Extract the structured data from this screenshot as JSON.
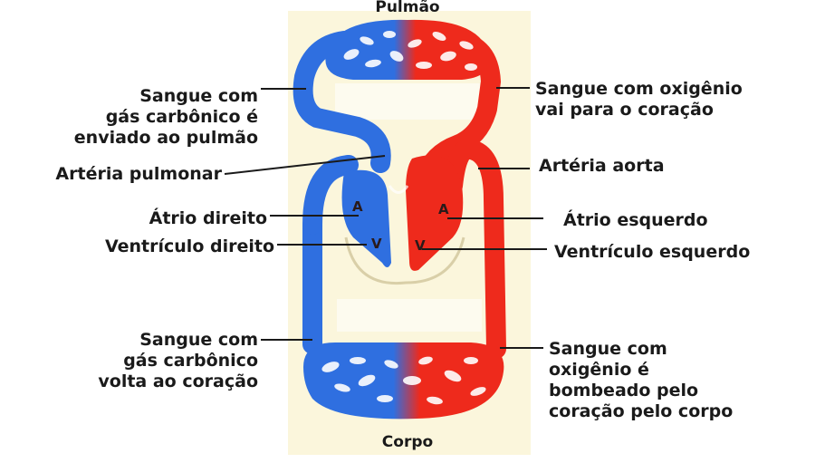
{
  "labels": {
    "top": "Pulmão",
    "bottom": "Corpo",
    "co2_to_lung": "Sangue com\ngás carbônico é\nenviado ao pulmão",
    "pulmonary_artery": "Artéria pulmonar",
    "right_atrium": "Átrio direito",
    "right_ventricle": "Ventrículo direito",
    "co2_return": "Sangue com\ngás carbônico\nvolta ao coração",
    "o2_to_heart": "Sangue com oxigênio\nvai para o coração",
    "aorta": "Artéria aorta",
    "left_atrium": "Átrio esquerdo",
    "left_ventricle": "Ventrículo esquerdo",
    "o2_to_body": "Sangue com\noxigênio é\nbombeado pelo\ncoração pelo corpo"
  },
  "chambers": {
    "right_atrium": "A",
    "left_atrium": "A",
    "right_ventricle": "V",
    "left_ventricle": "V"
  },
  "colors": {
    "venous": "#2f6fe0",
    "arterial": "#ee2a1c",
    "background_panel": "#fbf6dc"
  }
}
